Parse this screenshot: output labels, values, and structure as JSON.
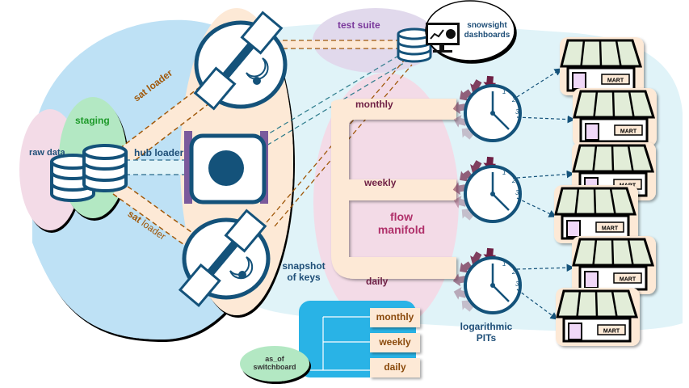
{
  "colors": {
    "navy": "#14527a",
    "text_navy": "#1f4f78",
    "sat_orange": "#a0580a",
    "staging_green": "#1e9a2a",
    "test_purple": "#7b3a9c",
    "manifold_text": "#b0306a",
    "maroon": "#6e1f44",
    "dark_brown": "#8a4a0c",
    "bg_blue": "#bee1f5",
    "bg_light": "#e0f3f8",
    "bg_peach": "#fde9d6",
    "bg_pink": "#f3dbe7",
    "bg_green": "#b3e8c3",
    "bg_lavender": "#e1d9ec",
    "switch_blue": "#29b3e6",
    "awning_green": "#e2edd8",
    "door_lilac": "#f0d8f8"
  },
  "labels": {
    "raw_data": "raw data",
    "staging": "staging",
    "sat_loader_top": "sat loader",
    "hub_loader": "hub loader",
    "sat_loader_bottom_a": "sat",
    "sat_loader_bottom_b": " loader",
    "test_suite": "test suite",
    "snowsight_dashboards": "snowsight dashboards",
    "snapshot_of_keys": "snapshot of keys",
    "flow_manifold": "flow manifold",
    "logarithmic_pits": "logarithmic PITs",
    "as_of_switchboard": "as_of switchboard"
  },
  "manifold": {
    "branches": [
      "monthly",
      "weekly",
      "daily"
    ]
  },
  "switchboard": {
    "options": [
      "monthly",
      "weekly",
      "daily"
    ]
  },
  "clocks": [
    {
      "name": "monthly-clock",
      "numbers": [
        "1",
        "2",
        "3"
      ]
    },
    {
      "name": "weekly-clock",
      "numbers": [
        "1",
        "2",
        "3"
      ]
    },
    {
      "name": "daily-clock",
      "numbers": [
        "1",
        "2",
        "3"
      ]
    }
  ],
  "marts": [
    {
      "sign": "MART"
    },
    {
      "sign": "MART"
    },
    {
      "sign": "MART"
    },
    {
      "sign": "MART"
    },
    {
      "sign": "MART"
    },
    {
      "sign": "MART"
    }
  ],
  "icons": {
    "satellite": "satellite-icon",
    "hub": "hub-icon",
    "database": "database-icon",
    "monitor": "dashboard-monitor-icon",
    "clock": "clock-icon",
    "store": "store-icon"
  }
}
